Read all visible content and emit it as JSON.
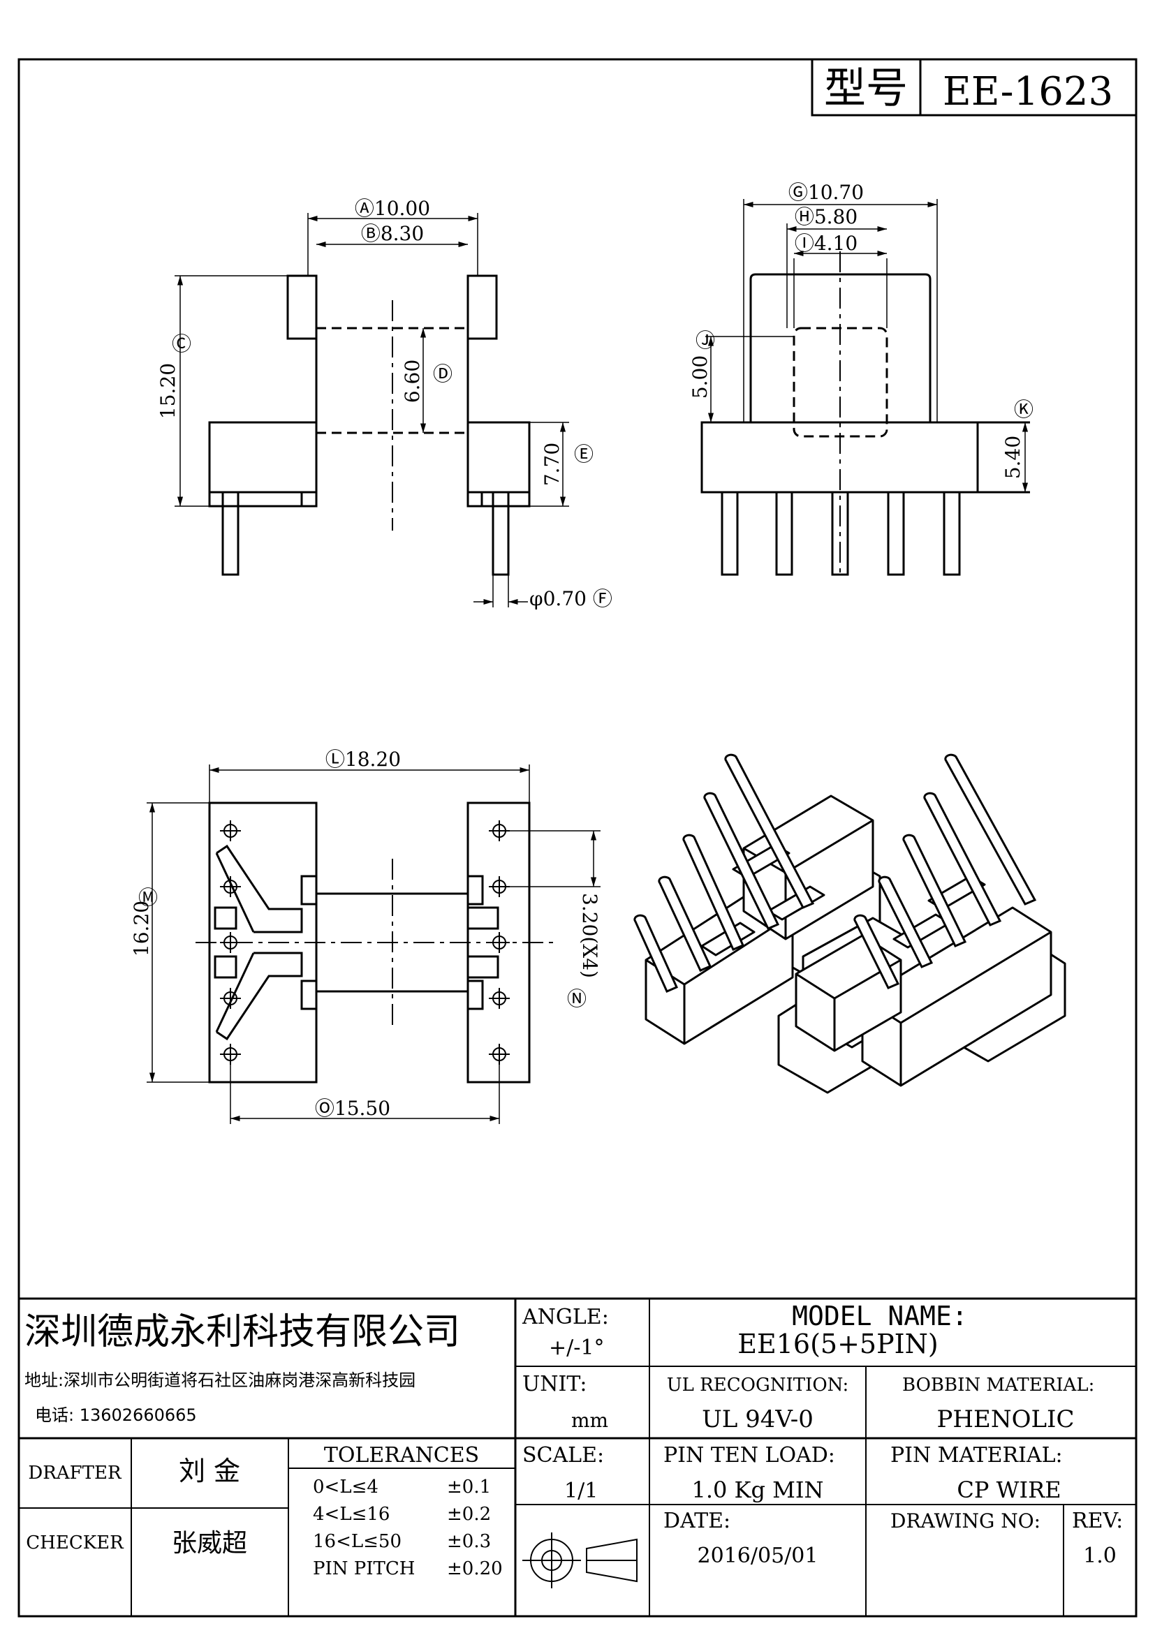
{
  "model_box": {
    "label": "型号",
    "value": "EE-1623"
  },
  "dims": {
    "a": "Ⓐ10.00",
    "b": "Ⓑ8.30",
    "c": "Ⓒ",
    "c_val": "15.20",
    "d_val": "6.60",
    "d": "Ⓓ",
    "e_val": "7.70",
    "e": "Ⓔ",
    "f": "φ0.70 Ⓕ",
    "g": "Ⓖ10.70",
    "h": "Ⓗ5.80",
    "i": "Ⓘ4.10",
    "j": "Ⓙ",
    "j_val": "5.00",
    "k": "Ⓚ",
    "k_val": "5.40",
    "l": "Ⓛ18.20",
    "m_val": "16.20",
    "m": "Ⓜ",
    "n_val": "3.20(X4)",
    "n": "Ⓝ",
    "o": "Ⓞ15.50"
  },
  "title_block": {
    "company": "深圳德成永利科技有限公司",
    "address": "地址:深圳市公明街道将石社区油麻岗港深高新科技园",
    "phone": "电话: 13602660665",
    "angle_label": "ANGLE:",
    "angle_value": "+/-1°",
    "model_label": "MODEL  NAME:",
    "model_value": "EE16(5+5PIN)",
    "unit_label": "UNIT:",
    "unit_value": "mm",
    "ul_label": "UL RECOGNITION:",
    "ul_value": "UL 94V-0",
    "bobbin_label": "BOBBIN MATERIAL:",
    "bobbin_value": "PHENOLIC",
    "drafter_label": "DRAFTER",
    "drafter_name": "刘  金",
    "checker_label": "CHECKER",
    "checker_name": "张威超",
    "tolerances_label": "TOLERANCES",
    "tolerances": [
      {
        "range": "0<L≤4",
        "value": "±0.1"
      },
      {
        "range": "4<L≤16",
        "value": "±0.2"
      },
      {
        "range": "16<L≤50",
        "value": "±0.3"
      },
      {
        "range": "PIN PITCH",
        "value": "±0.20"
      }
    ],
    "scale_label": "SCALE:",
    "scale_value": "1/1",
    "pin_load_label": "PIN TEN LOAD:",
    "pin_load_value": "1.0 Kg MIN",
    "pin_material_label": "PIN MATERIAL:",
    "pin_material_value": "CP WIRE",
    "date_label": "DATE:",
    "date_value": "2016/05/01",
    "drawing_no_label": "DRAWING NO:",
    "drawing_no_value": "",
    "rev_label": "REV:",
    "rev_value": "1.0"
  }
}
